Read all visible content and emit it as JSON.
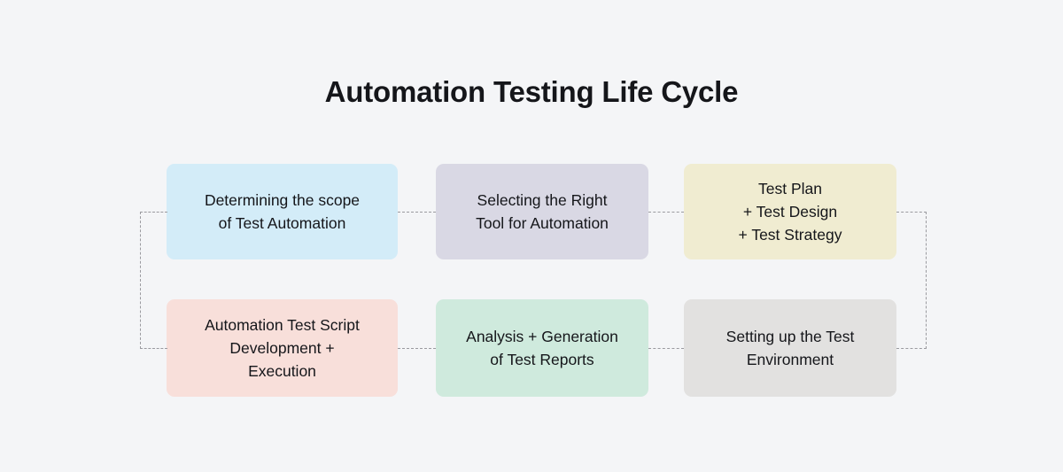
{
  "page": {
    "background_color": "#f4f5f7",
    "title": "Automation Testing Life Cycle"
  },
  "diagram": {
    "type": "process-flow",
    "layout": "two-row-serpentine",
    "connector_style": "dashed",
    "connector_color": "#9a9a9f",
    "stages": [
      {
        "order": 1,
        "label": "Determining the scope\nof Test Automation",
        "color": "#d3ecf8",
        "row": "top"
      },
      {
        "order": 2,
        "label": "Selecting the Right\nTool for Automation",
        "color": "#d9d8e4",
        "row": "top"
      },
      {
        "order": 3,
        "label": "Test Plan\n+ Test Design\n+ Test Strategy",
        "color": "#f0ecd1",
        "row": "top"
      },
      {
        "order": 4,
        "label": "Setting up the Test\nEnvironment",
        "color": "#e2e1e0",
        "row": "bottom"
      },
      {
        "order": 5,
        "label": "Analysis + Generation\nof Test Reports",
        "color": "#cfeadd",
        "row": "bottom"
      },
      {
        "order": 6,
        "label": "Automation Test Script\nDevelopment +\nExecution",
        "color": "#f8dfda",
        "row": "bottom"
      }
    ]
  }
}
